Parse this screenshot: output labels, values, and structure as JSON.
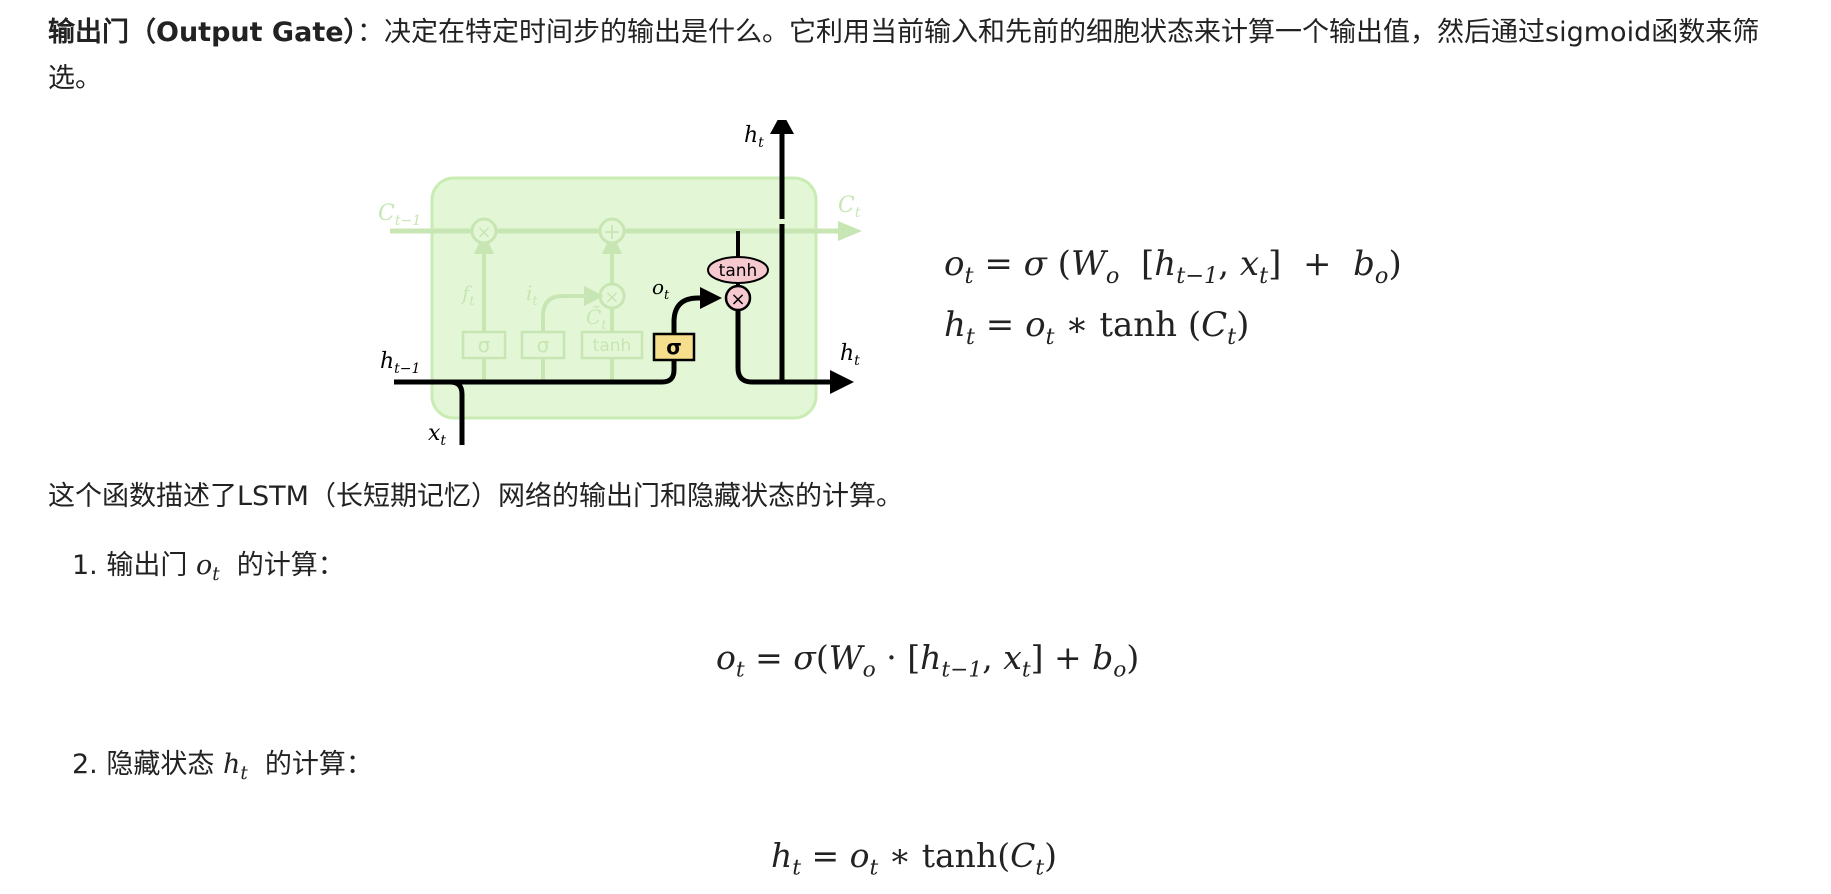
{
  "intro": {
    "title": "输出门（Output Gate）",
    "separator": "：",
    "text": "决定在特定时间步的输出是什么。它利用当前输入和先前的细胞状态来计算一个输出值，然后通过sigmoid函数来筛选。"
  },
  "diagram": {
    "gate_labels": {
      "sigma_forget": "σ",
      "sigma_input": "σ",
      "tanh_candidate": "tanh",
      "sigma_output": "σ",
      "tanh_output": "tanh",
      "multiply_output": "×",
      "multiply_forget": "×",
      "add": "+",
      "multiply_input": "×"
    },
    "labels": {
      "h_t_top": "h",
      "h_t_top_sub": "t",
      "c_prev": "C",
      "c_prev_sub": "t−1",
      "c_t": "C",
      "c_t_sub": "t",
      "f_t": "f",
      "f_t_sub": "t",
      "i_t": "i",
      "i_t_sub": "t",
      "c_tilde": "C̃",
      "c_tilde_sub": "t",
      "o_t": "o",
      "o_t_sub": "t",
      "h_prev": "h",
      "h_prev_sub": "t−1",
      "h_t_right": "h",
      "h_t_right_sub": "t",
      "x_t": "x",
      "x_t_sub": "t"
    },
    "colors": {
      "cell_fill": "#e3f7d6",
      "cell_stroke": "#c9ecb4",
      "faded": "#c8e6b4",
      "sigma_fill": "#f6df8c",
      "tanh_fill": "#f6c9cf",
      "line": "#000000"
    }
  },
  "right_equations": {
    "eq1": {
      "lhs": "o",
      "lhs_sub": "t",
      "eq": "=",
      "sigma": "σ",
      "open": "(",
      "w": "W",
      "w_sub": "o",
      "bracket_open": "[",
      "h": "h",
      "h_sub": "t−1",
      "comma": ",",
      "x": "x",
      "x_sub": "t",
      "bracket_close": "]",
      "plus": "+",
      "b": "b",
      "b_sub": "o",
      "close": ")"
    },
    "eq2": {
      "lhs": "h",
      "lhs_sub": "t",
      "eq": "=",
      "o": "o",
      "o_sub": "t",
      "star": "∗",
      "tanh": "tanh",
      "open": "(",
      "c": "C",
      "c_sub": "t",
      "close": ")"
    }
  },
  "description": "这个函数描述了LSTM（长短期记忆）网络的输出门和隐藏状态的计算。",
  "list": [
    {
      "number": "1.",
      "prefix": "输出门",
      "var": "o",
      "var_sub": "t",
      "suffix": "的计算："
    },
    {
      "number": "2.",
      "prefix": "隐藏状态",
      "var": "h",
      "var_sub": "t",
      "suffix": "的计算："
    }
  ],
  "block_equations": {
    "eq1": {
      "lhs": "o",
      "lhs_sub": "t",
      "eq": "=",
      "sigma": "σ",
      "open": "(",
      "w": "W",
      "w_sub": "o",
      "dot": "·",
      "bracket_open": "[",
      "h": "h",
      "h_sub": "t−1",
      "comma": ",",
      "x": "x",
      "x_sub": "t",
      "bracket_close": "]",
      "plus": "+",
      "b": "b",
      "b_sub": "o",
      "close": ")"
    },
    "eq2": {
      "lhs": "h",
      "lhs_sub": "t",
      "eq": "=",
      "o": "o",
      "o_sub": "t",
      "star": "∗",
      "tanh": "tanh",
      "open": "(",
      "c": "C",
      "c_sub": "t",
      "close": ")"
    }
  }
}
